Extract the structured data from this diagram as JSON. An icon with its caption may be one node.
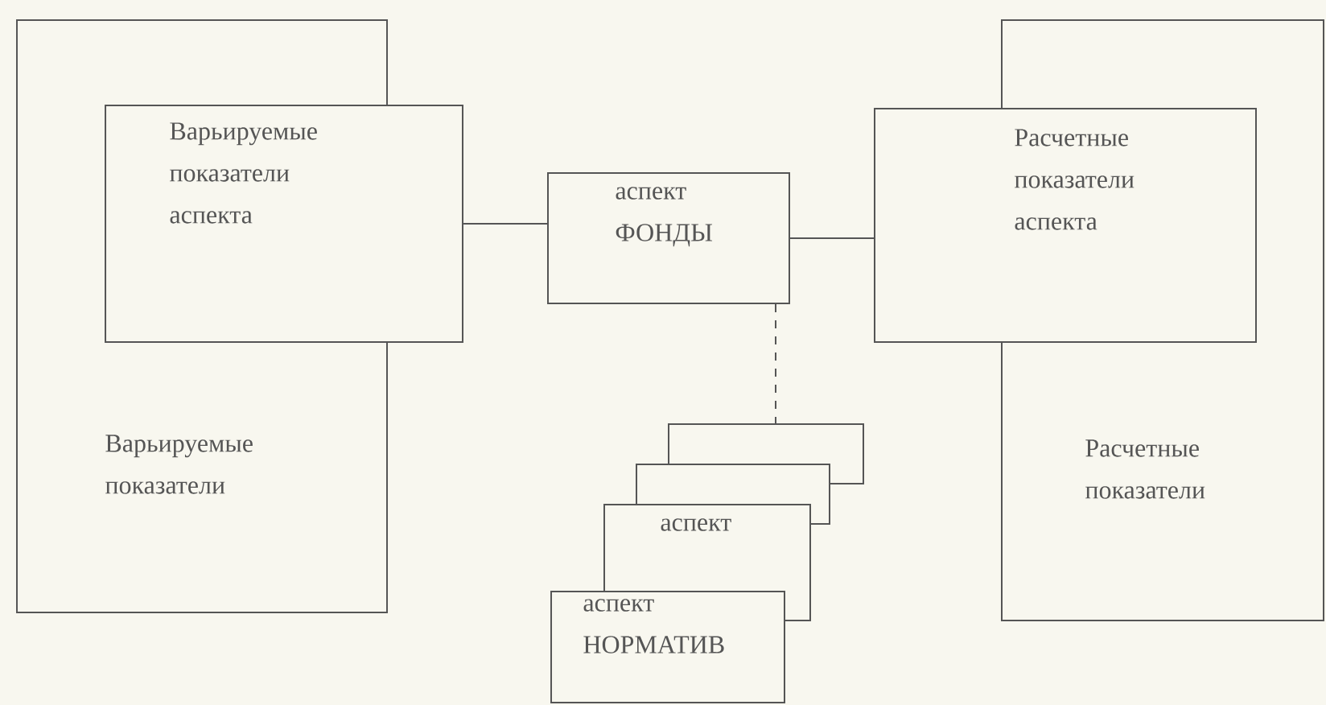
{
  "diagram": {
    "nodes": [
      {
        "text": [
          "Варьируемые показатели"
        ]
      },
      {
        "text": [
          "Варьируемые показатели аспекта"
        ]
      },
      {
        "text": [
          "аспект ФОНДЫ"
        ]
      },
      {
        "text": [
          "Расчетные показатели"
        ]
      },
      {
        "text": [
          "Расчетные показатели аспекта"
        ]
      },
      {
        "text": [],
        "shape": "box"
      },
      {
        "text": [],
        "shape": "box"
      },
      {
        "text": [
          "аспект"
        ]
      },
      {
        "text": [
          "аспект НОРМАТИВ"
        ]
      }
    ],
    "edges": [
      {
        "from": 1,
        "to": 2,
        "arrow": "none"
      },
      {
        "from": 2,
        "to": 4,
        "arrow": "none"
      },
      {
        "from": 2,
        "to": 5,
        "arrow": "none",
        "style": "dashed"
      }
    ]
  }
}
